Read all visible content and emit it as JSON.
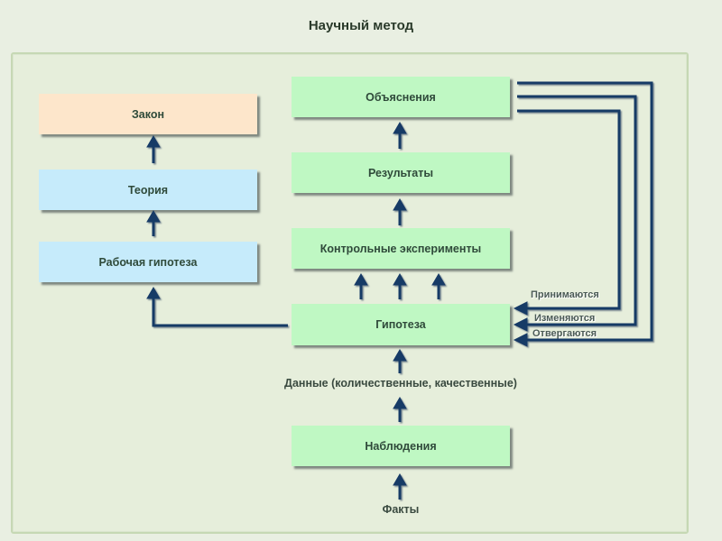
{
  "title": "Научный метод",
  "boxes": {
    "law": "Закон",
    "theory": "Теория",
    "working_hypothesis": "Рабочая гипотеза",
    "explanations": "Объяснения",
    "results": "Результаты",
    "control_experiments": "Контрольные эксперименты",
    "hypothesis": "Гипотеза",
    "observations": "Наблюдения"
  },
  "labels": {
    "data": "Данные (количественные, качественные)",
    "facts": "Факты"
  },
  "feedback": {
    "accepted": "Принимаются",
    "modified": "Изменяются",
    "rejected": "Отвергаются"
  },
  "colors": {
    "arrow": "#173a66",
    "law_fill": "#fde6cb",
    "theory_fill": "#c6ebfb",
    "method_fill": "#bff8c3"
  }
}
